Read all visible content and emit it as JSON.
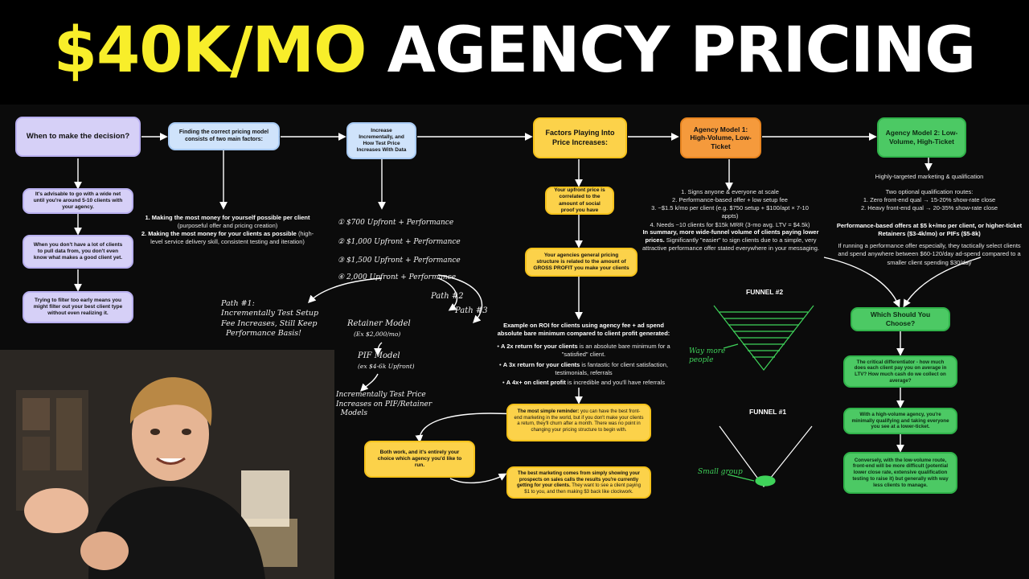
{
  "title": {
    "part1": "$40K/MO",
    "part2": "AGENCY PRICING"
  },
  "colors": {
    "title_yellow": "#f8ee2a",
    "purple": "#d6d0f7",
    "blue": "#cfe3fb",
    "yellow": "#fcd24a",
    "orange": "#f59a3c",
    "green": "#4cc964"
  },
  "col1": {
    "header": "When to make the decision?",
    "box1": "It's advisable to go with a wide net until you're around 5-10 clients with your agency.",
    "box2": "When you don't have a lot of clients to pull data from, you don't even know what makes a good client yet.",
    "box3": "Trying to filter too early means you might filter out your best client type without even realizing it."
  },
  "col2": {
    "header": "Finding the correct pricing model consists of two main factors:",
    "note1_bold": "1. Making the most money for yourself possible per client",
    "note1": "(purposeful offer and pricing creation)",
    "note2_bold": "2. Making the most money for your clients as possible",
    "note2": "(high-level service delivery skill, consistent testing and iteration)"
  },
  "col3": {
    "header": "Increase Incrementally, and How Test Price Increases With Data",
    "h1": "$700 Upfront + Performance",
    "h2": "$1,000 Upfront + Performance",
    "h3": "$1,500 Upfront + Performance",
    "h4": "2,000 Upfront + Performance",
    "path1a": "Path #1:",
    "path1b": "Incrementally Test Setup",
    "path1c": "Fee Increases, Still Keep",
    "path1d": "Performance Basis!",
    "path2": "Path #2",
    "path3": "Path #3",
    "retainer": "Retainer Model",
    "retainer_sub": "(Ex $2,000/mo)",
    "pif": "PIF Model",
    "pif_sub": "(ex $4-6k Upfront)",
    "inc1": "Incrementally Test Price",
    "inc2": "Increases on PIF/Retainer",
    "inc3": "Models"
  },
  "col4": {
    "header": "Factors Playing Into Price Increases:",
    "box1": "Your upfront price is correlated to the amount of social proof you have",
    "box2": "Your agencies general pricing structure is related to the amount of GROSS PROFIT you make your clients",
    "roi_title": "Example on ROI for clients using agency fee + ad spend absolute bare minimum compared to client profit generated:",
    "roi1_b": "A 2x return for your clients",
    "roi1": "is an absolute bare minimum for a \"satisfied\" client.",
    "roi2_b": "A 3x return for your clients",
    "roi2": "is fantastic for client satisfaction, testimonials, referrals",
    "roi3_b": "A 4x+ on client profit",
    "roi3": "is incredible and you'll have referrals",
    "box3_b": "The most simple reminder:",
    "box3": "you can have the best front-end marketing in the world, but if you don't make your clients a return, they'll churn after a month. There was no point in changing your pricing structure to begin with.",
    "box4": "Both work, and it's entirely your choice which agency you'd like to run.",
    "box5_b": "The best marketing comes from simply showing your prospects on sales calls the results you're currently getting for your clients.",
    "box5": "They want to see a client paying $1 to you, and then making $3 back like clockwork."
  },
  "col5": {
    "header": "Agency Model 1: High-Volume, Low-Ticket",
    "l1": "1. Signs anyone & everyone at scale",
    "l2": "2. Performance-based offer + low setup fee",
    "l3": "3. ~$1.5 k/mo per client (e.g. $750 setup + $100/apt × 7-10 appts)",
    "l4": "4. Needs ~10 clients for $15k MRR (3-mo avg. LTV = $4.5k)",
    "summary_b": "In summary, more wide-funnel volume of clients paying lower prices.",
    "summary": "Significantly \"easier\" to sign clients due to a simple, very attractive performance offer stated everywhere in your messaging.",
    "funnel2": "FUNNEL #2",
    "funnel1": "FUNNEL #1",
    "way_more": "Way more",
    "people": "people",
    "small_group": "Small group"
  },
  "col6": {
    "header": "Agency Model 2: Low-Volume, High-Ticket",
    "sub": "Highly-targeted marketing & qualification",
    "routes": "Two optional qualification routes:",
    "r1": "1. Zero front-end qual → 15-20% show-rate close",
    "r2": "2. Heavy front-end qual → 20-35% show-rate close",
    "perf_b": "Performance-based offers at $5 k+/mo per client, or higher-ticket Retainers ($3-4k/mo) or PIFs ($5-8k)",
    "perf": "If running a performance offer especially, they tactically select clients and spend anywhere between $60-120/day ad-spend compared to a smaller client spending $30/day",
    "choose": "Which Should You Choose?",
    "g1": "The critical differentiator - how much does each client pay you on average in LTV? How much cash do we collect on average?",
    "g2": "With a high-volume agency, you're minimally qualifying and taking everyone you see at a lower-ticket.",
    "g3": "Conversely, with the low-volume route, front-end will be more difficult (potential lower close rate, extensive qualification testing to raise it) but generally with way less clients to manage."
  }
}
